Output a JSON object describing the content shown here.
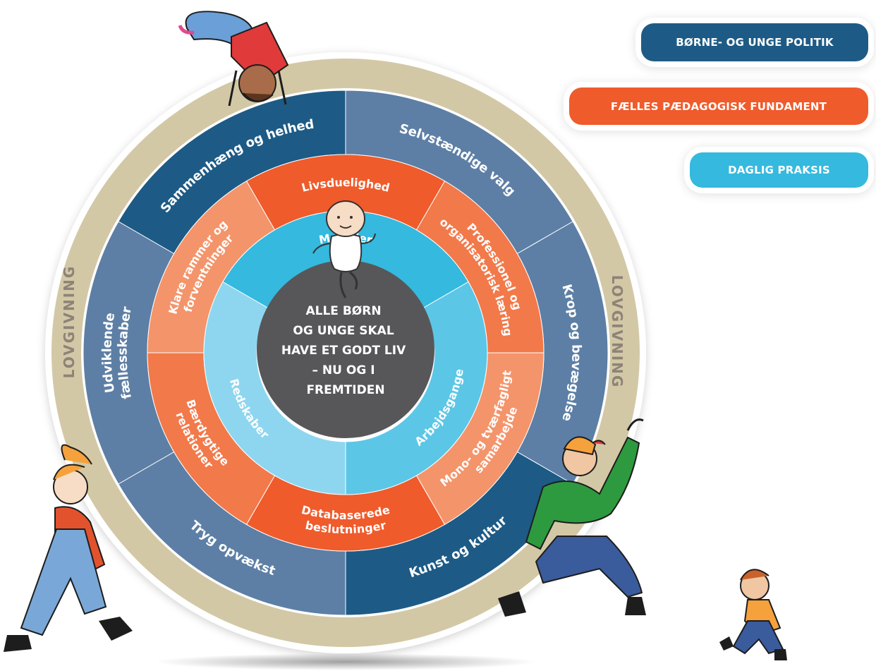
{
  "legend": {
    "items": [
      {
        "label": "BØRNE- OG UNGE POLITIK",
        "color": "#1d5b86"
      },
      {
        "label": "FÆLLES PÆDAGOGISK FUNDAMENT",
        "color": "#ef5b2b"
      },
      {
        "label": "DAGLIG PRAKSIS",
        "color": "#35b9de"
      }
    ]
  },
  "wheel": {
    "outer_ring": {
      "color": "#d3c8a6",
      "labels": [
        "LOVGIVNING",
        "LOVGIVNING"
      ]
    },
    "politik_ring": {
      "colors": [
        "#1d5b86",
        "#5d7fa5",
        "#5d7fa5"
      ],
      "segments": [
        "Sammenhæng og helhed",
        "Selvstændige valg",
        "Krop og bevægelse",
        "Kunst og kultur",
        "Tryg opvækst",
        "Udviklende fællesskaber"
      ]
    },
    "fundament_ring": {
      "colors": [
        "#ef5b2b",
        "#f2794a",
        "#f4946a"
      ],
      "segments": [
        "Livsduelighed",
        "Professionel og organisatorisk læring",
        "Mono- og tværfagligt samarbejde",
        "Databaserede beslutninger",
        "Bærdygtige relationer",
        "Klare rammer og forventninger"
      ]
    },
    "praksis_ring": {
      "colors": [
        "#35b9de",
        "#5cc6e6",
        "#8ed6ef"
      ],
      "segments": [
        "Metoder",
        "Arbejdsgange",
        "Redskaber"
      ]
    },
    "center": {
      "color": "#57575a",
      "lines": [
        "ALLE BØRN",
        "OG UNGE SKAL",
        "HAVE ET GODT LIV",
        "– NU OG I",
        "FREMTIDEN"
      ]
    }
  },
  "illustrations": [
    "baby-figure",
    "child-handstand-figure",
    "girl-walking-figure",
    "boy-running-figure",
    "small-child-figure"
  ]
}
